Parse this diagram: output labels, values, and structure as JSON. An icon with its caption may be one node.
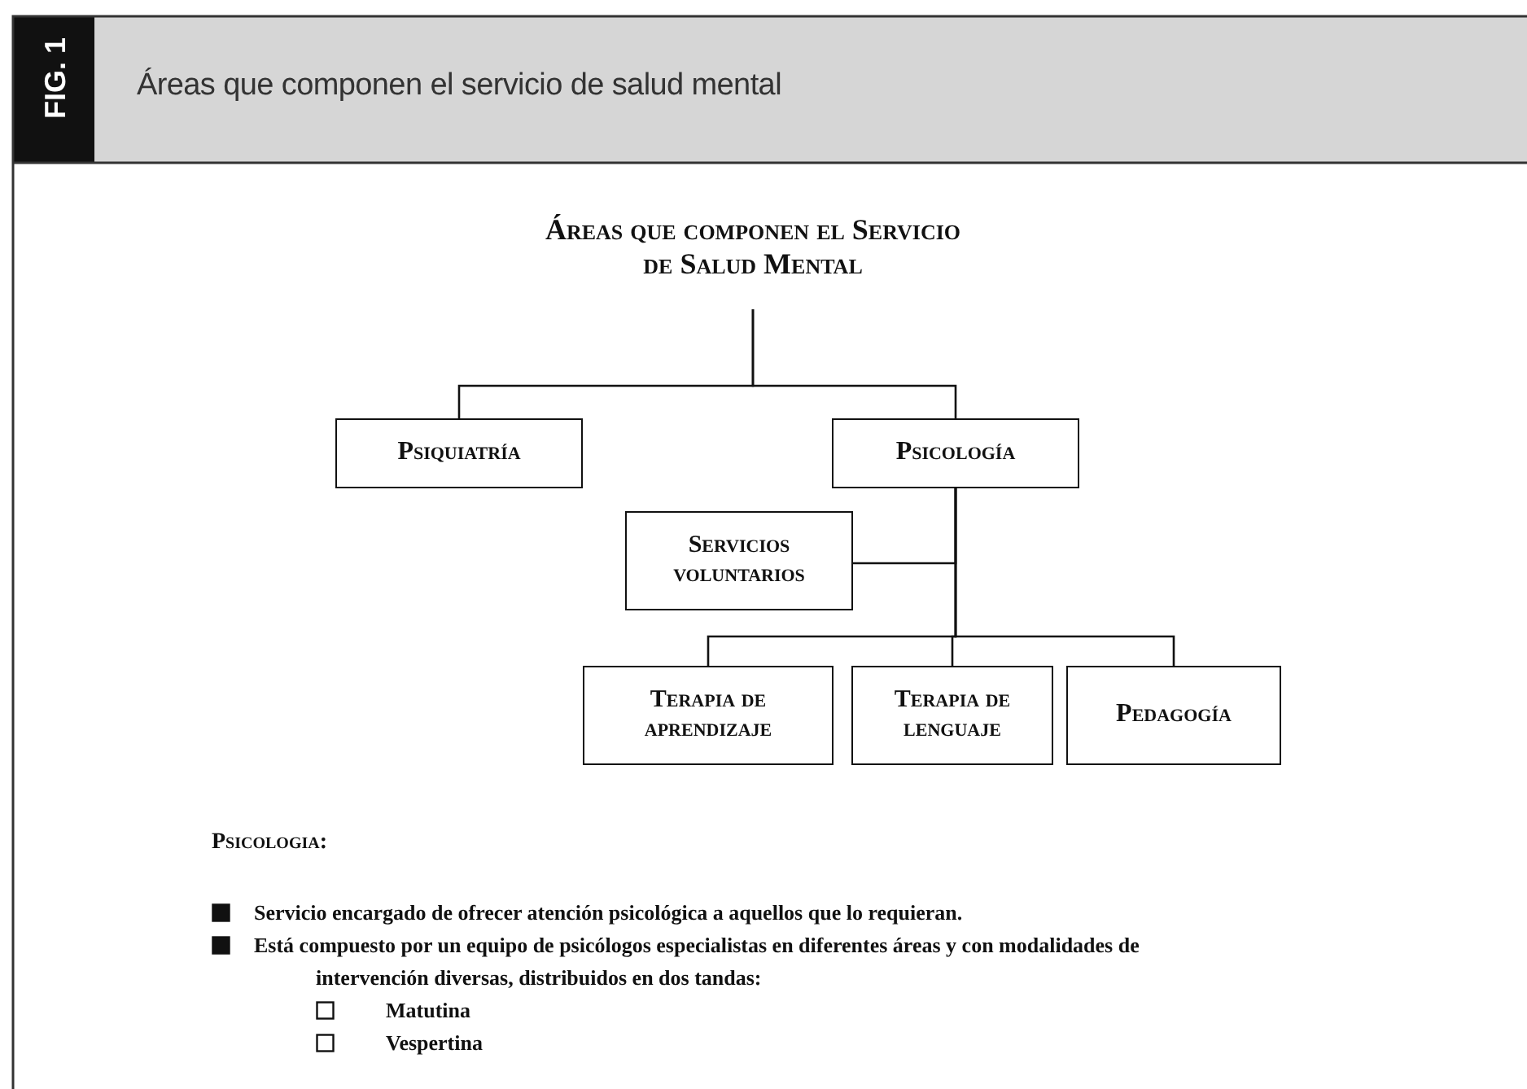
{
  "diagram": {
    "title": "Áreas que componen el servicio de salud mental",
    "nodes": [
      {
        "text": [
          "Áreas que componen el Servicio de Salud Mental"
        ]
      },
      {
        "text": [
          "Psiquiatría"
        ]
      },
      {
        "text": [
          "Psicología"
        ]
      },
      {
        "text": [
          "Servicios voluntarios"
        ]
      },
      {
        "text": [
          "Terapia de aprendizaje"
        ]
      },
      {
        "text": [
          "Terapia de lenguaje"
        ]
      },
      {
        "text": [
          "Pedagogía"
        ]
      }
    ],
    "edges": [
      {
        "from": 0,
        "to": 1,
        "arrow": "none"
      },
      {
        "from": 0,
        "to": 2,
        "arrow": "none"
      },
      {
        "from": 2,
        "to": 3,
        "arrow": "none"
      },
      {
        "from": 2,
        "to": 4,
        "arrow": "none"
      },
      {
        "from": 2,
        "to": 5,
        "arrow": "none"
      },
      {
        "from": 2,
        "to": 6,
        "arrow": "none"
      }
    ],
    "labels": [
      "FIG. 1",
      "Psicologia:",
      "Servicio encargado de ofrecer atención psicológica a aquellos que lo requieran.",
      "Está compuesto por un equipo de psicólogos especialistas en diferentes áreas y con modalidades de intervención diversas, distribuidos en dos tandas:",
      "Matutina",
      "Vespertina"
    ]
  }
}
